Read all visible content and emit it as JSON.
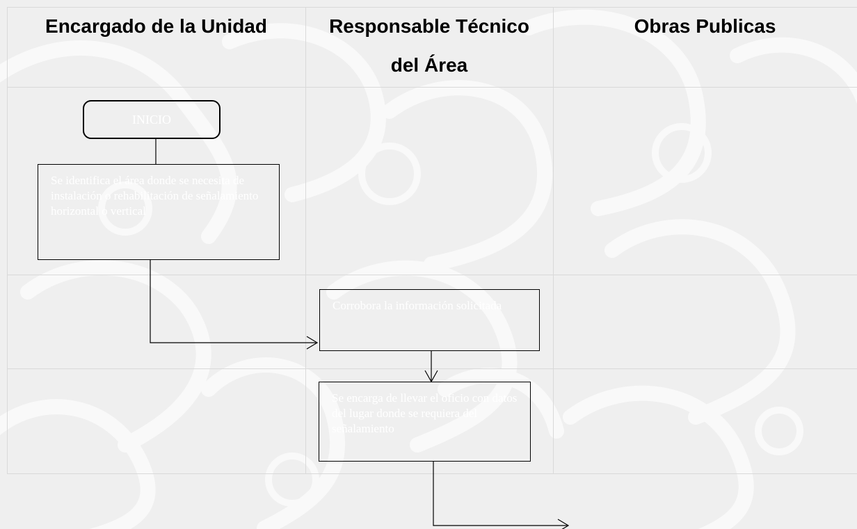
{
  "lanes": {
    "lane1": "Encargado de la Unidad",
    "lane2_line1": "Responsable Técnico",
    "lane2_line2": "del Área",
    "lane3": "Obras Publicas"
  },
  "steps": {
    "start": "INICIO",
    "step1": "Se identifica el área donde se necesita de instalación o rehabilitación de señalamiento horizontal o vertical",
    "step2": "Corrobora la información solicitada",
    "step3": "Se encarga de llevar el oficio con datos del lugar donde se requiera del señalamiento"
  },
  "colors": {
    "background": "#efefef",
    "watermark": "#f8f8f8",
    "grid": "#d9d9d9",
    "box_border": "#000000",
    "box_text": "#ffffff"
  }
}
